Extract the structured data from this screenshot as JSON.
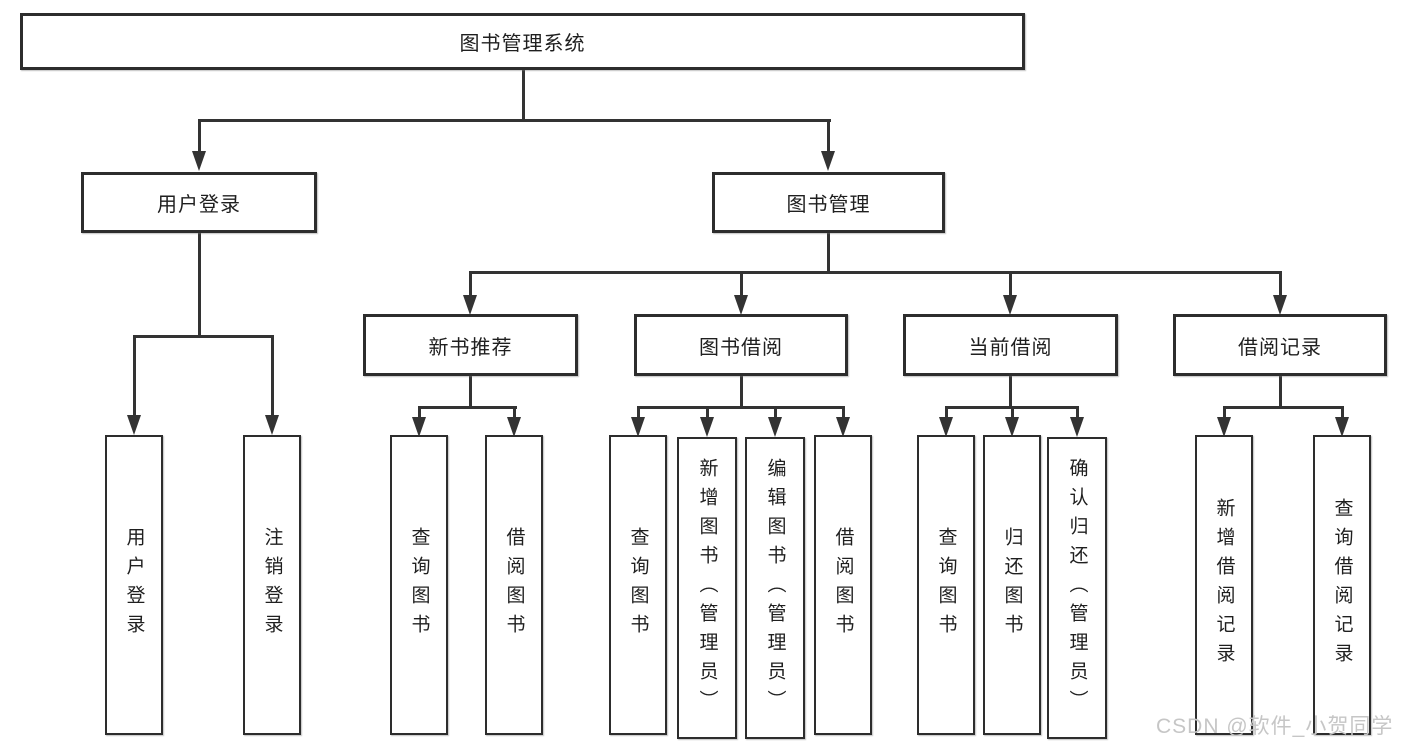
{
  "root": {
    "label": "图书管理系统"
  },
  "level2": [
    {
      "label": "用户登录"
    },
    {
      "label": "图书管理"
    }
  ],
  "level3": [
    {
      "label": "新书推荐",
      "parent": "图书管理"
    },
    {
      "label": "图书借阅",
      "parent": "图书管理"
    },
    {
      "label": "当前借阅",
      "parent": "图书管理"
    },
    {
      "label": "借阅记录",
      "parent": "图书管理"
    }
  ],
  "leaves": [
    {
      "label": "用户登录",
      "parent": "用户登录"
    },
    {
      "label": "注销登录",
      "parent": "用户登录"
    },
    {
      "label": "查询图书",
      "parent": "新书推荐"
    },
    {
      "label": "借阅图书",
      "parent": "新书推荐"
    },
    {
      "label": "查询图书",
      "parent": "图书借阅"
    },
    {
      "label": "新增图书（管理员）",
      "parent": "图书借阅"
    },
    {
      "label": "编辑图书（管理员）",
      "parent": "图书借阅"
    },
    {
      "label": "借阅图书",
      "parent": "图书借阅"
    },
    {
      "label": "查询图书",
      "parent": "当前借阅"
    },
    {
      "label": "归还图书",
      "parent": "当前借阅"
    },
    {
      "label": "确认归还（管理员）",
      "parent": "当前借阅"
    },
    {
      "label": "新增借阅记录",
      "parent": "借阅记录"
    },
    {
      "label": "查询借阅记录",
      "parent": "借阅记录"
    }
  ],
  "watermark": {
    "text": "CSDN @软件_小贺同学"
  },
  "colors": {
    "line": "#333333",
    "box_border": "#2d2d2d",
    "box_background": "#ffffff",
    "text": "#1f1f1f",
    "watermark": "#c6c6c6"
  }
}
